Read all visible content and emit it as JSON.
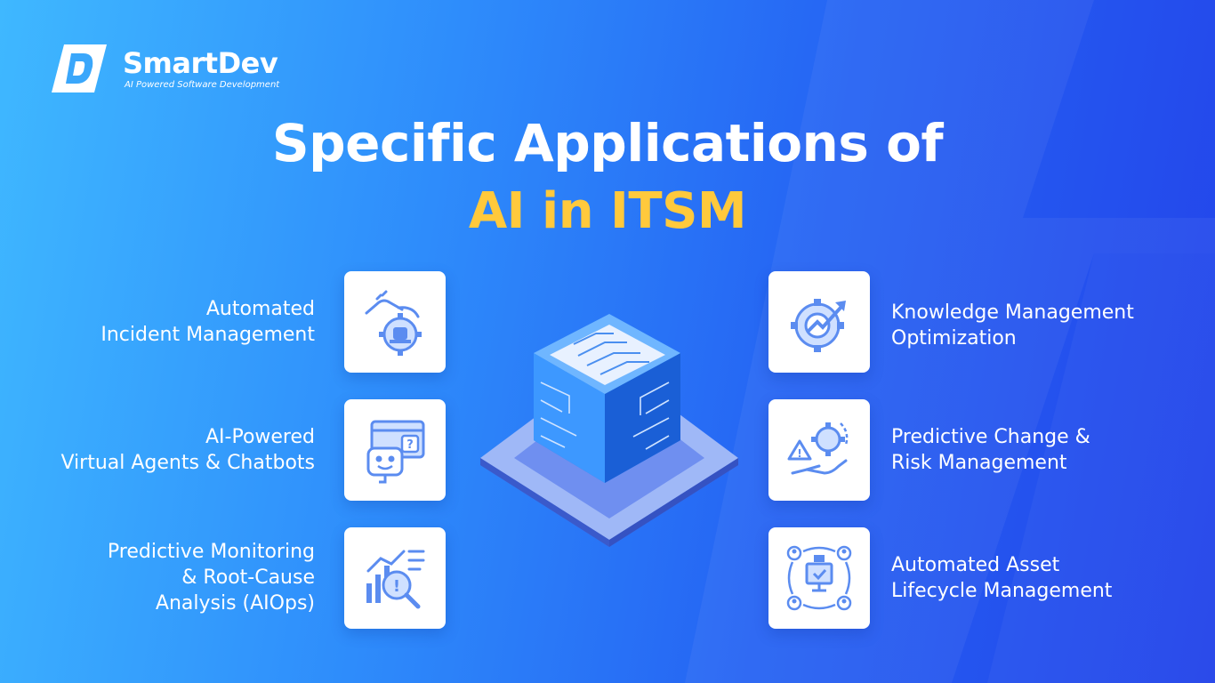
{
  "brand": {
    "name": "SmartDev",
    "tagline": "AI Powered Software Development"
  },
  "title": {
    "line1": "Specific Applications of",
    "line2": "AI in ITSM"
  },
  "applications_left": [
    {
      "line1": "Automated",
      "line2": "Incident Management",
      "line3": "",
      "icon": "gear-hand-icon"
    },
    {
      "line1": "AI-Powered",
      "line2": "Virtual Agents & Chatbots",
      "line3": "",
      "icon": "chatbot-icon"
    },
    {
      "line1": "Predictive Monitoring",
      "line2": "& Root-Cause",
      "line3": "Analysis (AIOps)",
      "icon": "analytics-magnifier-icon"
    }
  ],
  "applications_right": [
    {
      "line1": "Knowledge Management",
      "line2": "Optimization",
      "icon": "gear-growth-icon"
    },
    {
      "line1": "Predictive Change &",
      "line2": "Risk Management",
      "icon": "risk-gear-icon"
    },
    {
      "line1": "Automated Asset",
      "line2": "Lifecycle Management",
      "icon": "asset-cycle-icon"
    }
  ],
  "colors": {
    "accent_yellow": "#ffc93c",
    "icon_blue": "#5b8cf0",
    "icon_light": "#cfe0ff"
  }
}
